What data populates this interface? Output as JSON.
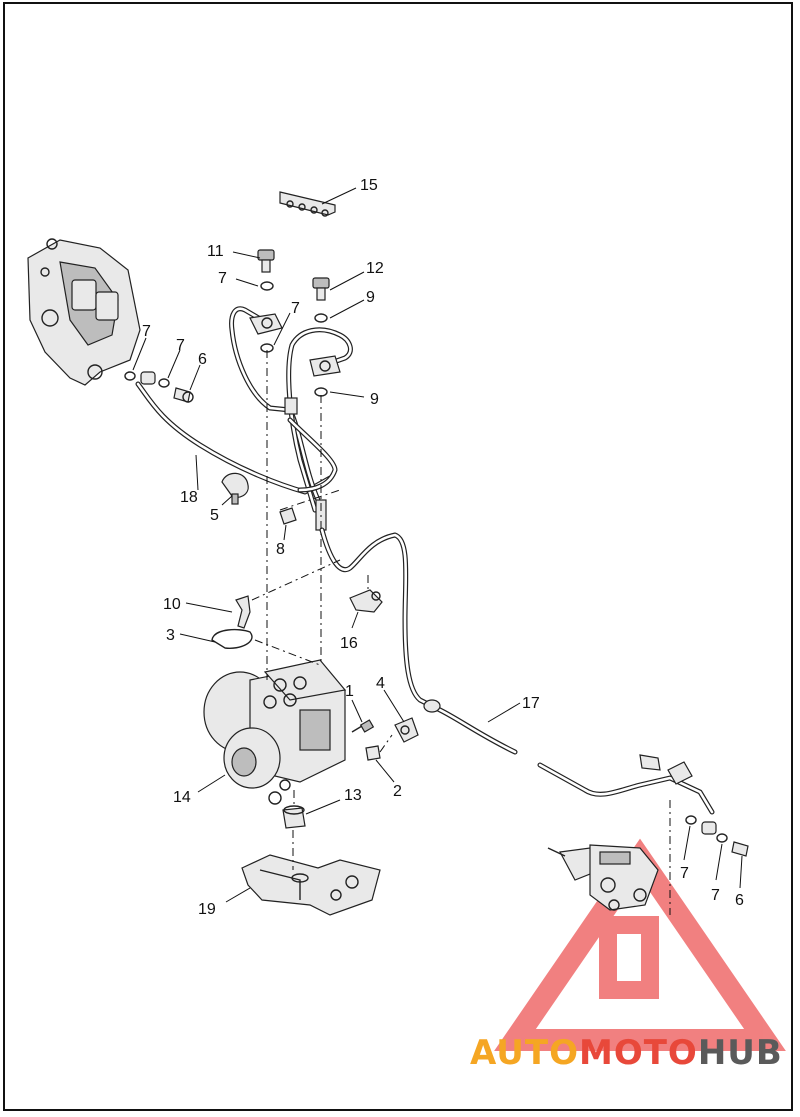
{
  "callouts": [
    {
      "id": "c15",
      "label": "15"
    },
    {
      "id": "c11",
      "label": "11"
    },
    {
      "id": "c12",
      "label": "12"
    },
    {
      "id": "c7a",
      "label": "7"
    },
    {
      "id": "c7b",
      "label": "7"
    },
    {
      "id": "c9a",
      "label": "9"
    },
    {
      "id": "c7c",
      "label": "7"
    },
    {
      "id": "c7d",
      "label": "7"
    },
    {
      "id": "c6a",
      "label": "6"
    },
    {
      "id": "c9b",
      "label": "9"
    },
    {
      "id": "c18",
      "label": "18"
    },
    {
      "id": "c5",
      "label": "5"
    },
    {
      "id": "c8",
      "label": "8"
    },
    {
      "id": "c10",
      "label": "10"
    },
    {
      "id": "c3",
      "label": "3"
    },
    {
      "id": "c16",
      "label": "16"
    },
    {
      "id": "c1",
      "label": "1"
    },
    {
      "id": "c4",
      "label": "4"
    },
    {
      "id": "c17",
      "label": "17"
    },
    {
      "id": "c14",
      "label": "14"
    },
    {
      "id": "c2",
      "label": "2"
    },
    {
      "id": "c13",
      "label": "13"
    },
    {
      "id": "c7e",
      "label": "7"
    },
    {
      "id": "c7f",
      "label": "7"
    },
    {
      "id": "c6b",
      "label": "6"
    },
    {
      "id": "c19",
      "label": "19"
    }
  ],
  "watermark": {
    "part1": "AUTO",
    "part2": "MOTO",
    "part3": "HUB",
    "color_primary": "#f5a623",
    "color_secondary": "#e8483a",
    "color_dark": "#5a5a5a",
    "triangle_color": "#ef6b6b"
  },
  "colors": {
    "line": "#222222",
    "background": "#ffffff"
  }
}
